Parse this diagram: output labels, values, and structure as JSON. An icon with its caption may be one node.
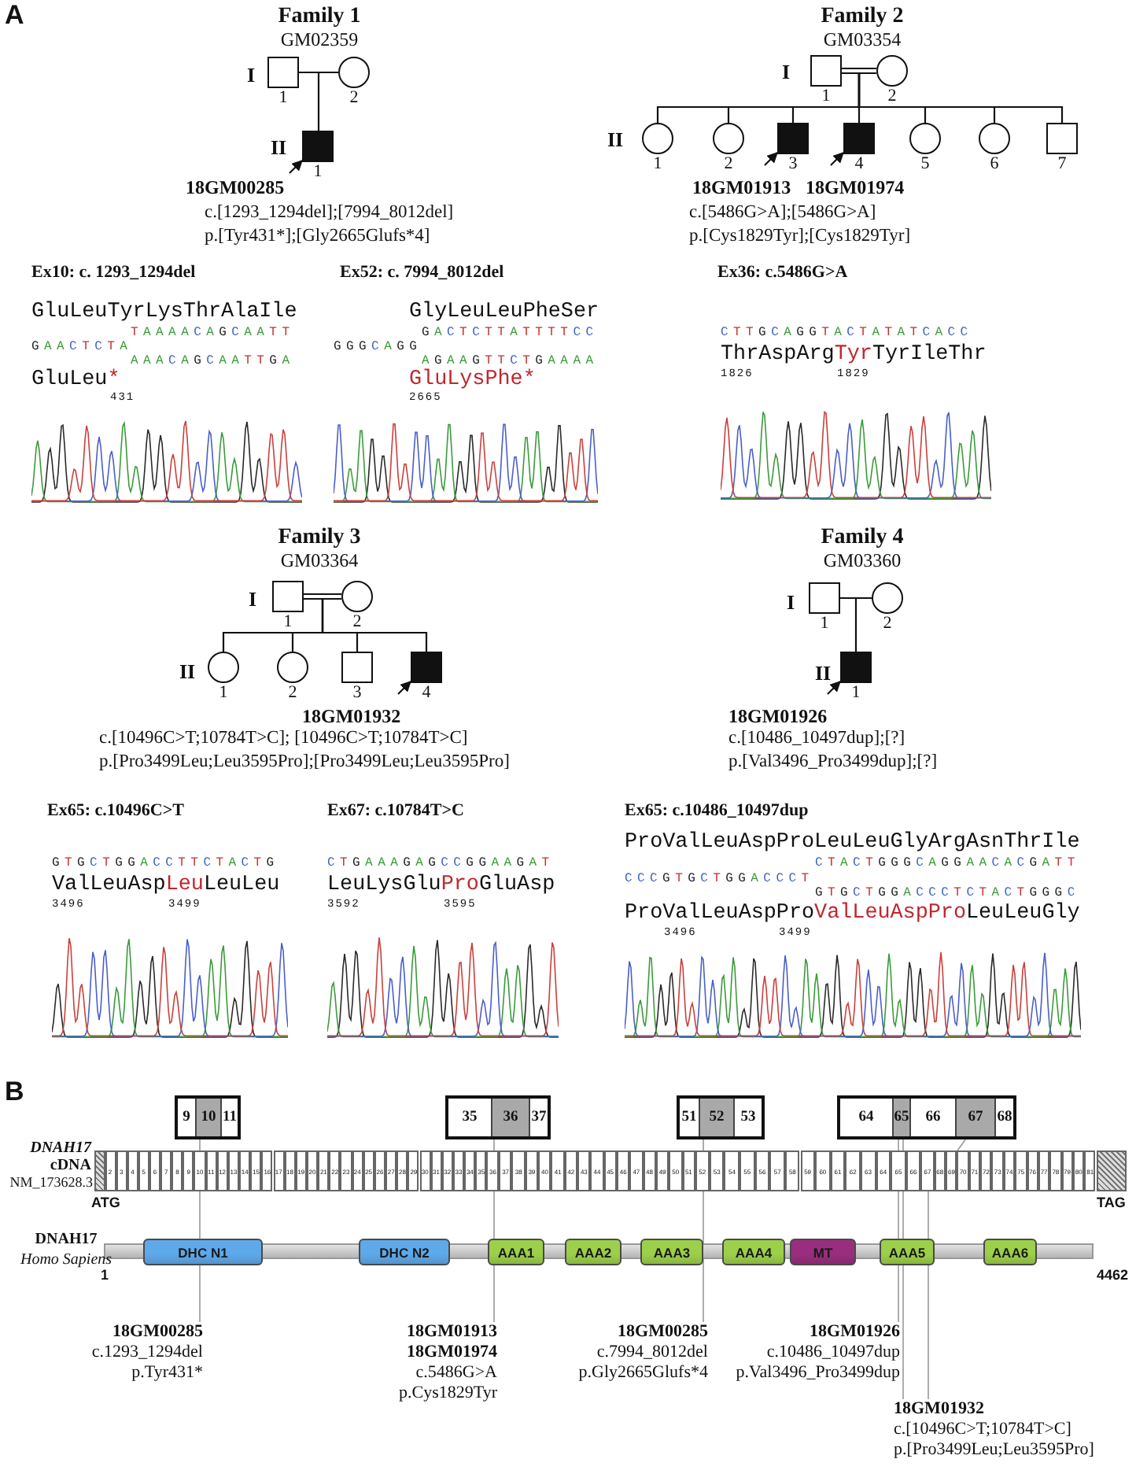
{
  "diagram": {
    "nodes": [
      {
        "text": [
          "1"
        ]
      },
      {
        "text": [
          "2"
        ]
      },
      {
        "text": [
          "1"
        ],
        "beside": [
          "18GM00285"
        ]
      },
      {
        "text": [
          "1"
        ]
      },
      {
        "text": [
          "2"
        ]
      },
      {
        "text": [
          "1"
        ]
      },
      {
        "text": [
          "2"
        ]
      },
      {
        "text": [
          "3"
        ],
        "beside": [
          "18GM01913"
        ]
      },
      {
        "text": [
          "4"
        ],
        "beside": [
          "18GM01974"
        ]
      },
      {
        "text": [
          "5"
        ]
      },
      {
        "text": [
          "6"
        ]
      },
      {
        "text": [
          "7"
        ]
      },
      {
        "text": [
          "1"
        ]
      },
      {
        "text": [
          "2"
        ]
      },
      {
        "text": [
          "1"
        ]
      },
      {
        "text": [
          "2"
        ]
      },
      {
        "text": [
          "3"
        ]
      },
      {
        "text": [
          "4"
        ],
        "beside": [
          "18GM01932"
        ]
      },
      {
        "text": [
          "1"
        ]
      },
      {
        "text": [
          "2"
        ]
      },
      {
        "text": [
          "1"
        ],
        "beside": [
          "18GM01926"
        ]
      },
      {
        "text": [],
        "shape": "box"
      },
      {
        "text": [
          "9"
        ],
        "in": 21
      },
      {
        "text": [
          "10"
        ],
        "in": 21
      },
      {
        "text": [
          "11"
        ],
        "in": 21
      },
      {
        "text": [],
        "shape": "box"
      },
      {
        "text": [
          "35"
        ],
        "in": 25
      },
      {
        "text": [
          "36"
        ],
        "in": 25
      },
      {
        "text": [
          "37"
        ],
        "in": 25
      },
      {
        "text": [],
        "shape": "box"
      },
      {
        "text": [
          "51"
        ],
        "in": 29
      },
      {
        "text": [
          "52"
        ],
        "in": 29
      },
      {
        "text": [
          "53"
        ],
        "in": 29
      },
      {
        "text": [],
        "shape": "box"
      },
      {
        "text": [
          "64"
        ],
        "in": 33
      },
      {
        "text": [
          "65"
        ],
        "in": 33
      },
      {
        "text": [
          "66"
        ],
        "in": 33
      },
      {
        "text": [
          "67"
        ],
        "in": 33
      },
      {
        "text": [
          "68"
        ],
        "in": 33
      },
      {
        "text": [
          "DHC N1"
        ]
      },
      {
        "text": [
          "DHC N2"
        ]
      },
      {
        "text": [
          "AAA1"
        ]
      },
      {
        "text": [
          "AAA2"
        ]
      },
      {
        "text": [
          "AAA3"
        ]
      },
      {
        "text": [
          "AAA4"
        ]
      },
      {
        "text": [
          "MT"
        ]
      },
      {
        "text": [
          "AAA5"
        ]
      },
      {
        "text": [
          "AAA6"
        ]
      },
      {
        "text": [
          "18GM00285",
          "c.1293_1294del",
          "p.Tyr431*"
        ]
      },
      {
        "text": [
          "18GM01913",
          "18GM01974",
          "c.5486G>A",
          "p.Cys1829Tyr"
        ]
      },
      {
        "text": [
          "18GM00285",
          "c.7994_8012del",
          "p.Gly2665Glufs*4"
        ]
      },
      {
        "text": [
          "18GM01926",
          "c.10486_10497dup",
          "p.Val3496_Pro3499dup"
        ]
      },
      {
        "text": [
          "18GM01932",
          "c.[10496C>T;10784T>C]",
          "p.[Pro3499Leu;Leu3595Pro]"
        ]
      }
    ],
    "edges": [
      {
        "from": 0,
        "to": 1,
        "arrow": "none"
      },
      {
        "from": 0,
        "to": 2,
        "arrow": "none"
      },
      {
        "from": null,
        "to": 2,
        "arrow": "to"
      },
      {
        "from": 3,
        "to": 4,
        "arrow": "none"
      },
      {
        "from": 3,
        "to": 5,
        "arrow": "none"
      },
      {
        "from": 3,
        "to": 6,
        "arrow": "none"
      },
      {
        "from": 3,
        "to": 7,
        "arrow": "none"
      },
      {
        "from": 3,
        "to": 8,
        "arrow": "none"
      },
      {
        "from": 3,
        "to": 9,
        "arrow": "none"
      },
      {
        "from": 3,
        "to": 10,
        "arrow": "none"
      },
      {
        "from": 3,
        "to": 11,
        "arrow": "none"
      },
      {
        "from": null,
        "to": 7,
        "arrow": "to"
      },
      {
        "from": null,
        "to": 8,
        "arrow": "to"
      },
      {
        "from": 12,
        "to": 13,
        "arrow": "none"
      },
      {
        "from": 12,
        "to": 14,
        "arrow": "none"
      },
      {
        "from": 12,
        "to": 15,
        "arrow": "none"
      },
      {
        "from": 12,
        "to": 16,
        "arrow": "none"
      },
      {
        "from": 12,
        "to": 17,
        "arrow": "none"
      },
      {
        "from": null,
        "to": 17,
        "arrow": "to"
      },
      {
        "from": 18,
        "to": 19,
        "arrow": "none"
      },
      {
        "from": 18,
        "to": 20,
        "arrow": "none"
      },
      {
        "from": null,
        "to": 20,
        "arrow": "to"
      },
      {
        "from": 23,
        "to": 48,
        "arrow": "none",
        "color": "#999999"
      },
      {
        "from": 27,
        "to": 49,
        "arrow": "none",
        "color": "#999999"
      },
      {
        "from": 31,
        "to": 50,
        "arrow": "none",
        "color": "#999999"
      },
      {
        "from": 35,
        "to": 51,
        "arrow": "none",
        "color": "#999999"
      },
      {
        "from": 35,
        "to": 52,
        "arrow": "none",
        "color": "#999999"
      },
      {
        "from": 37,
        "to": 52,
        "arrow": "none",
        "color": "#999999"
      }
    ],
    "labels": [
      "A",
      "Family 1",
      "GM02359",
      "I",
      "II",
      "c.[1293_1294del];[7994_8012del]",
      "p.[Tyr431*];[Gly2665Glufs*4]",
      "Family 2",
      "GM03354",
      "I",
      "II",
      "c.[5486G>A];[5486G>A]",
      "p.[Cys1829Tyr];[Cys1829Tyr]",
      "Ex10: c. 1293_1294del",
      "Ex52: c. 7994_8012del",
      "Ex36: c.5486G>A",
      "GluLeuTyrLysThrAlaIle",
      "TAAAACAGCAATT",
      "GAACTCTA",
      "AAACAGCAATTGA",
      "GluLeu",
      "*",
      "431",
      "GlyLeuLeuPheSer",
      "GACTCTTATTTTCC",
      "GGGCAGG",
      "AGAAGTTCTGAAAA",
      "GluLysPhe*",
      "2665",
      "CTTGCAGGTACTATATCACC",
      "ThrAspArg",
      "Tyr",
      "TyrIleThr",
      "1826",
      "1829",
      "Family 3",
      "GM03364",
      "I",
      "II",
      "c.[10496C>T;10784T>C]; [10496C>T;10784T>C]",
      "p.[Pro3499Leu;Leu3595Pro];[Pro3499Leu;Leu3595Pro]",
      "Family 4",
      "GM03360",
      "I",
      "II",
      "c.[10486_10497dup];[?]",
      "p.[Val3496_Pro3499dup];[?]",
      "Ex65: c.10496C>T",
      "Ex67: c.10784T>C",
      "Ex65: c.10486_10497dup",
      "GTGCTGGACCTTCTACTG",
      "ValLeuAsp",
      "Leu",
      "LeuLeu",
      "3496",
      "3499",
      "CTGAAAGAGCCGGAAGAT",
      "LeuLysGlu",
      "Pro",
      "GluAsp",
      "3592",
      "3595",
      "ProValLeuAspProLeuLeuGlyArgAsnThrIle",
      "CTACTGGGCAGGAACACGATT",
      "CCCGTGCTGGACCCT",
      "GTGCTGGACCCTCTACTGGGC",
      "ProValLeuAspPro",
      "ValLeuAspPro",
      "LeuLeuGly",
      "3496",
      "3499",
      "B",
      "DNAH17",
      "cDNA",
      "NM_173628.3",
      "2",
      "3",
      "4",
      "5",
      "6",
      "7",
      "8",
      "9",
      "10",
      "11",
      "12",
      "13",
      "14",
      "15",
      "16",
      "17",
      "18",
      "19",
      "20",
      "21",
      "22",
      "23",
      "24",
      "25",
      "26",
      "27",
      "28",
      "29",
      "30",
      "31",
      "32",
      "33",
      "34",
      "35",
      "36",
      "37",
      "38",
      "39",
      "40",
      "41",
      "42",
      "43",
      "44",
      "45",
      "46",
      "47",
      "48",
      "49",
      "50",
      "51",
      "52",
      "53",
      "54",
      "55",
      "56",
      "57",
      "58",
      "59",
      "60",
      "61",
      "62",
      "63",
      "64",
      "65",
      "66",
      "67",
      "68",
      "69",
      "70",
      "71",
      "72",
      "73",
      "74",
      "75",
      "76",
      "77",
      "78",
      "79",
      "80",
      "81",
      "ATG",
      "TAG",
      "DNAH17",
      "Homo Sapiens",
      "1",
      "4462"
    ]
  }
}
